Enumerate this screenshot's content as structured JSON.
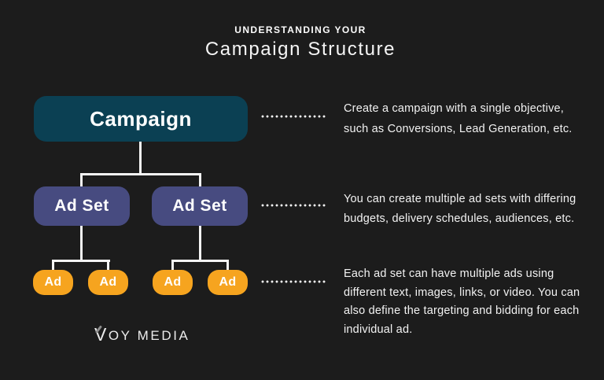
{
  "header": {
    "kicker": "UNDERSTANDING YOUR",
    "title": "Campaign Structure"
  },
  "diagram": {
    "campaign_label": "Campaign",
    "adset_labels": [
      "Ad Set",
      "Ad Set"
    ],
    "ad_labels": [
      "Ad",
      "Ad",
      "Ad",
      "Ad"
    ]
  },
  "annotations": [
    {
      "lines": [
        "Create a campaign with a single objective,",
        "such as Conversions, Lead Generation, etc."
      ]
    },
    {
      "lines": [
        "You can create multiple ad sets with differing",
        "budgets, delivery schedules, audiences, etc."
      ]
    },
    {
      "lines": [
        "Each ad set can have multiple ads using",
        "different text, images, links, or video. You can",
        "also define the targeting and bidding for each",
        "individual ad."
      ]
    }
  ],
  "logo": {
    "initial": "V",
    "rest": "OY MEDIA"
  },
  "palette": {
    "background": "#1c1c1c",
    "campaign_box": "#0b4053",
    "adset_box": "#474b80",
    "ad_box": "#f6a41f",
    "connector": "#f5f5f5",
    "text": "#f2f2f2"
  }
}
